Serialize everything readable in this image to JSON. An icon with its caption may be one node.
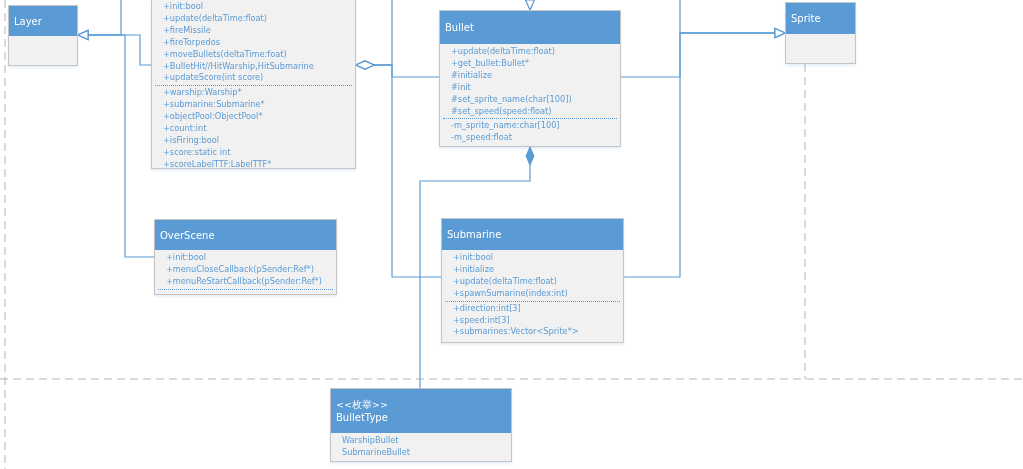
{
  "diagram": {
    "nodes": [
      {
        "text": [
          "Layer"
        ]
      },
      {
        "text": [
          "+init:bool",
          "+update(deltaTime:float)",
          "+fireMissile",
          "+fireTorpedos",
          "+moveBullets(deltaTime:foat)",
          "+BulletHit//HitWarship,HitSubmarine",
          "+updateScore(int score)",
          "+warship:Warship*",
          "+submarine:Submarine*",
          "+objectPool:ObjectPool*",
          "+count:int",
          "+isFiring:bool",
          "+score:static int",
          "+scoreLabelTTF:LabelTTF*"
        ]
      },
      {
        "text": [
          "Bullet",
          "+update(deltaTime:float)",
          "+get_bullet:Bullet*",
          "#initialize",
          "#init",
          "#set_sprite_name(char[100])",
          "#set_speed(speed:float)",
          "-m_sprite_name:char[100]",
          "-m_speed:float"
        ]
      },
      {
        "text": [
          "Sprite"
        ]
      },
      {
        "text": [
          "OverScene",
          "+init:bool",
          "+menuCloseCallback(pSender:Ref*)",
          "+menuReStartCallback(pSender:Ref*)"
        ]
      },
      {
        "text": [
          "Submarine",
          "+init:bool",
          "+initialize",
          "+update(deltaTime:float)",
          "+spawnSumarine(index:int)",
          "+direction:int[3]",
          "+speed:int[3]",
          "+submarines:Vector<Sprite*>"
        ]
      },
      {
        "text": [
          "<<枚举>>",
          "BulletType",
          "WarshipBullet",
          "SubmarineBullet"
        ]
      }
    ],
    "edges": [
      {
        "from": 1,
        "to": 0,
        "arrow": "to"
      },
      {
        "from": 4,
        "to": 0,
        "arrow": "to"
      },
      {
        "from": null,
        "to": 0,
        "arrow": "to"
      },
      {
        "from": 2,
        "to": 1,
        "arrow": "other"
      },
      {
        "from": 5,
        "to": 1,
        "arrow": "other"
      },
      {
        "from": null,
        "to": 1,
        "arrow": "other"
      },
      {
        "from": null,
        "to": 2,
        "arrow": "to"
      },
      {
        "from": 2,
        "to": 3,
        "arrow": "to"
      },
      {
        "from": 5,
        "to": 3,
        "arrow": "to"
      },
      {
        "from": null,
        "to": 3,
        "arrow": "to"
      },
      {
        "from": 6,
        "to": 2,
        "arrow": "other"
      }
    ]
  }
}
